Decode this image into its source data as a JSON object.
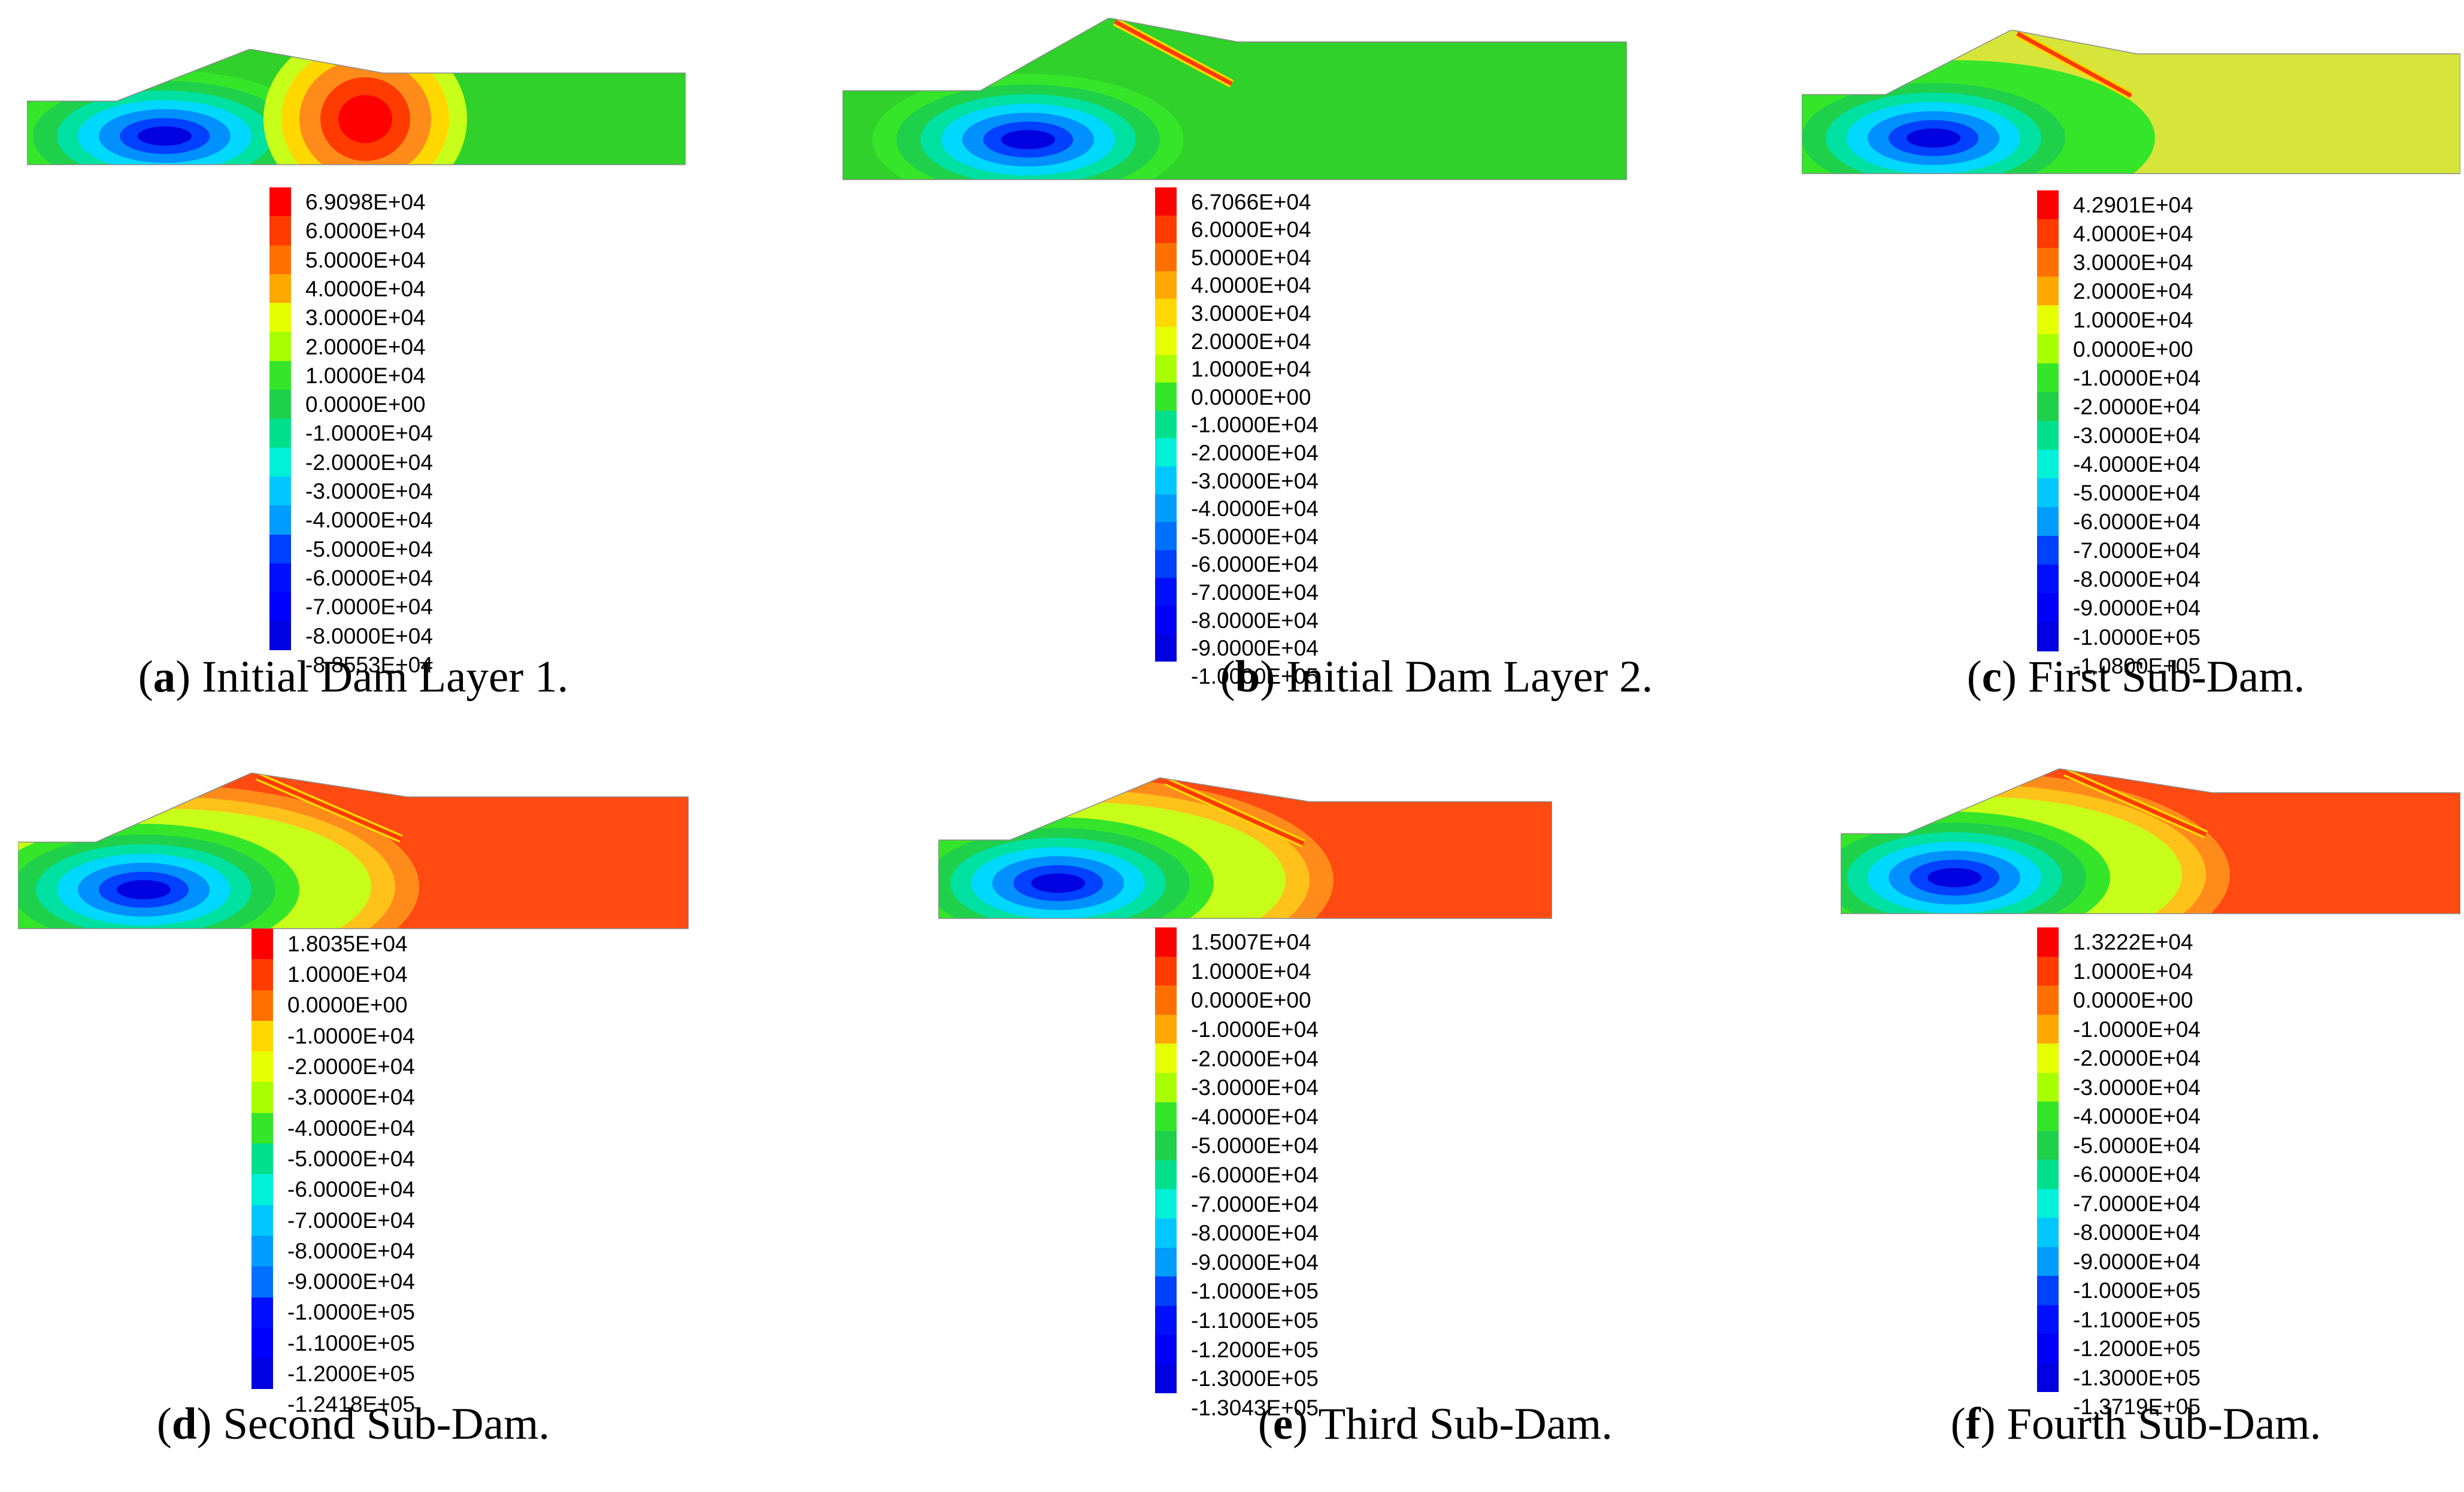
{
  "palette_hint": [
    "#ff0000",
    "#ff4000",
    "#ff8000",
    "#ffbf00",
    "#ffff00",
    "#bfff00",
    "#00ff00",
    "#00ff80",
    "#00ffff",
    "#00bfff",
    "#0080ff",
    "#0000ff"
  ],
  "panels": [
    {
      "id": "a",
      "letter": "a",
      "caption": "Initial Dam Layer 1.",
      "legend": [
        "6.9098E+04",
        "6.0000E+04",
        "5.0000E+04",
        "4.0000E+04",
        "3.0000E+04",
        "2.0000E+04",
        "1.0000E+04",
        "0.0000E+00",
        "-1.0000E+04",
        "-2.0000E+04",
        "-3.0000E+04",
        "-4.0000E+04",
        "-5.0000E+04",
        "-6.0000E+04",
        "-7.0000E+04",
        "-8.0000E+04",
        "-8.8553E+04"
      ],
      "background_color": "#2fd12a"
    },
    {
      "id": "b",
      "letter": "b",
      "caption": "Initial Dam Layer 2.",
      "legend": [
        "6.7066E+04",
        "6.0000E+04",
        "5.0000E+04",
        "4.0000E+04",
        "3.0000E+04",
        "2.0000E+04",
        "1.0000E+04",
        "0.0000E+00",
        "-1.0000E+04",
        "-2.0000E+04",
        "-3.0000E+04",
        "-4.0000E+04",
        "-5.0000E+04",
        "-6.0000E+04",
        "-7.0000E+04",
        "-8.0000E+04",
        "-9.0000E+04",
        "-1.0000E+05"
      ],
      "background_color": "#2fd12a"
    },
    {
      "id": "c",
      "letter": "c",
      "caption": "First Sub-Dam.",
      "legend": [
        "4.2901E+04",
        "4.0000E+04",
        "3.0000E+04",
        "2.0000E+04",
        "1.0000E+04",
        "0.0000E+00",
        "-1.0000E+04",
        "-2.0000E+04",
        "-3.0000E+04",
        "-4.0000E+04",
        "-5.0000E+04",
        "-6.0000E+04",
        "-7.0000E+04",
        "-8.0000E+04",
        "-9.0000E+04",
        "-1.0000E+05",
        "-1.0800E+05"
      ],
      "background_color": "#d7e43a"
    },
    {
      "id": "d",
      "letter": "d",
      "caption": "Second Sub-Dam.",
      "legend": [
        "1.8035E+04",
        "1.0000E+04",
        "0.0000E+00",
        "-1.0000E+04",
        "-2.0000E+04",
        "-3.0000E+04",
        "-4.0000E+04",
        "-5.0000E+04",
        "-6.0000E+04",
        "-7.0000E+04",
        "-8.0000E+04",
        "-9.0000E+04",
        "-1.0000E+05",
        "-1.1000E+05",
        "-1.2000E+05",
        "-1.2418E+05"
      ],
      "background_color": "#ff4a12"
    },
    {
      "id": "e",
      "letter": "e",
      "caption": "Third Sub-Dam.",
      "legend": [
        "1.5007E+04",
        "1.0000E+04",
        "0.0000E+00",
        "-1.0000E+04",
        "-2.0000E+04",
        "-3.0000E+04",
        "-4.0000E+04",
        "-5.0000E+04",
        "-6.0000E+04",
        "-7.0000E+04",
        "-8.0000E+04",
        "-9.0000E+04",
        "-1.0000E+05",
        "-1.1000E+05",
        "-1.2000E+05",
        "-1.3000E+05",
        "-1.3043E+05"
      ],
      "background_color": "#ff4a12"
    },
    {
      "id": "f",
      "letter": "f",
      "caption": "Fourth Sub-Dam.",
      "legend": [
        "1.3222E+04",
        "1.0000E+04",
        "0.0000E+00",
        "-1.0000E+04",
        "-2.0000E+04",
        "-3.0000E+04",
        "-4.0000E+04",
        "-5.0000E+04",
        "-6.0000E+04",
        "-7.0000E+04",
        "-8.0000E+04",
        "-9.0000E+04",
        "-1.0000E+05",
        "-1.1000E+05",
        "-1.2000E+05",
        "-1.3000E+05",
        "-1.3719E+05"
      ],
      "background_color": "#ff4a12"
    }
  ]
}
